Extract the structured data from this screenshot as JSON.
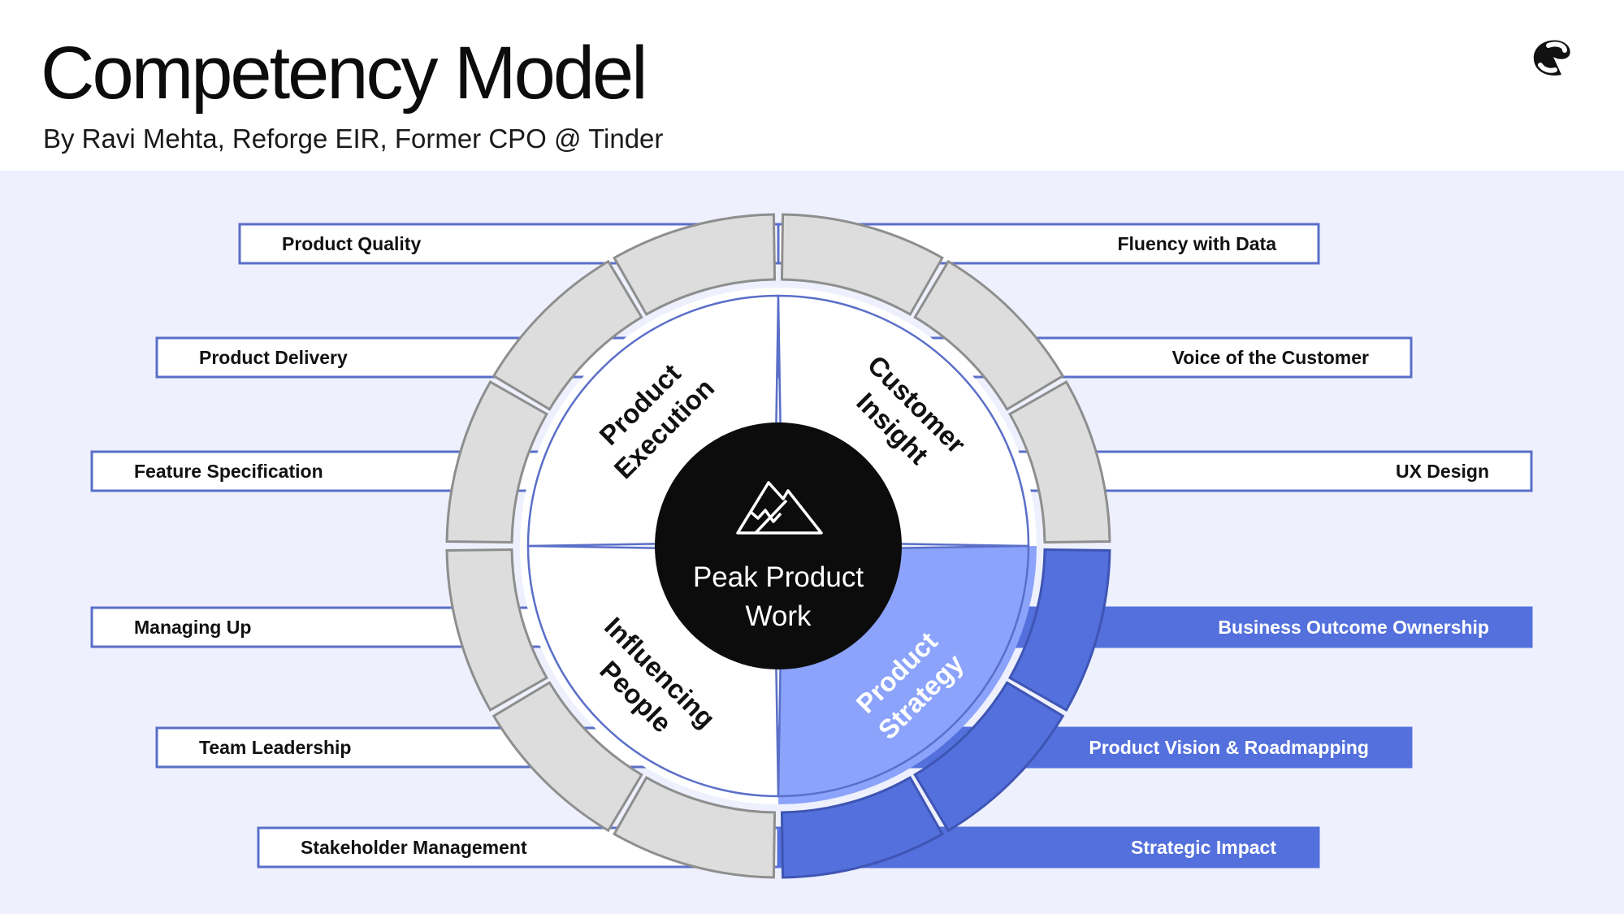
{
  "title": "Competency Model",
  "subtitle": "By Ravi Mehta, Reforge EIR, Former CPO @ Tinder",
  "logo": {
    "icon": "reforge-logo-icon"
  },
  "center": {
    "icon": "mountain-icon",
    "line1": "Peak Product",
    "line2": "Work"
  },
  "quadrants": [
    {
      "key": "product-execution",
      "line1": "Product",
      "line2": "Execution",
      "highlighted": false
    },
    {
      "key": "customer-insight",
      "line1": "Customer",
      "line2": "Insight",
      "highlighted": false
    },
    {
      "key": "influencing-people",
      "line1": "Influencing",
      "line2": "People",
      "highlighted": false
    },
    {
      "key": "product-strategy",
      "line1": "Product",
      "line2": "Strategy",
      "highlighted": true
    }
  ],
  "competencies": {
    "product_execution": [
      "Product Quality",
      "Product Delivery",
      "Feature Specification"
    ],
    "customer_insight": [
      "Fluency with Data",
      "Voice of the Customer",
      "UX Design"
    ],
    "influencing_people": [
      "Managing Up",
      "Team Leadership",
      "Stakeholder Management"
    ],
    "product_strategy": [
      "Business Outcome Ownership",
      "Product Vision & Roadmapping",
      "Strategic Impact"
    ]
  },
  "colors": {
    "background": "#eef0fd",
    "header_bg": "#ffffff",
    "accent": "#5470dc",
    "accent_light": "#8ba3fa",
    "outline": "#5a6fc8",
    "ring_gray": "#dddddd",
    "ring_stroke": "#8e8e8e",
    "hub": "#0c0c0c"
  }
}
